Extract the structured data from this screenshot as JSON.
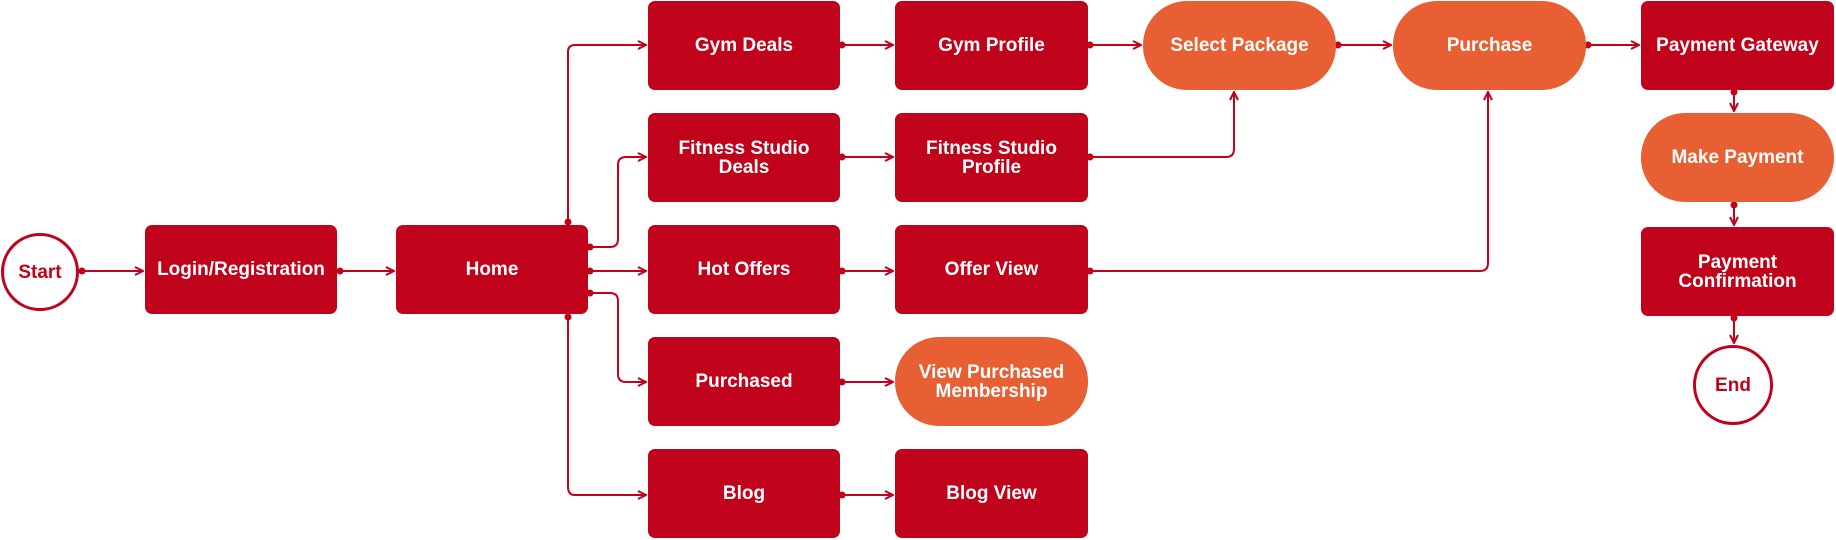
{
  "colors": {
    "process": "#c0021a",
    "action": "#e85f33",
    "connector": "#c0021a",
    "terminal_text": "#c0021a"
  },
  "nodes": {
    "start": "Start",
    "login": "Login/Registration",
    "home": "Home",
    "gym_deals": "Gym Deals",
    "fitness_studio_deals": "Fitness Studio Deals",
    "hot_offers": "Hot Offers",
    "purchased": "Purchased",
    "blog": "Blog",
    "gym_profile": "Gym Profile",
    "fitness_studio_profile": "Fitness Studio Profile",
    "offer_view": "Offer View",
    "view_purchased_membership": "View Purchased Membership",
    "blog_view": "Blog View",
    "select_package": "Select Package",
    "purchase": "Purchase",
    "payment_gateway": "Payment Gateway",
    "make_payment": "Make Payment",
    "payment_confirmation": "Payment Confirmation",
    "end": "End"
  },
  "edges": [
    [
      "start",
      "login"
    ],
    [
      "login",
      "home"
    ],
    [
      "home",
      "gym_deals"
    ],
    [
      "home",
      "fitness_studio_deals"
    ],
    [
      "home",
      "hot_offers"
    ],
    [
      "home",
      "purchased"
    ],
    [
      "home",
      "blog"
    ],
    [
      "gym_deals",
      "gym_profile"
    ],
    [
      "fitness_studio_deals",
      "fitness_studio_profile"
    ],
    [
      "hot_offers",
      "offer_view"
    ],
    [
      "purchased",
      "view_purchased_membership"
    ],
    [
      "blog",
      "blog_view"
    ],
    [
      "gym_profile",
      "select_package"
    ],
    [
      "fitness_studio_profile",
      "select_package"
    ],
    [
      "select_package",
      "purchase"
    ],
    [
      "offer_view",
      "purchase"
    ],
    [
      "purchase",
      "payment_gateway"
    ],
    [
      "payment_gateway",
      "make_payment"
    ],
    [
      "make_payment",
      "payment_confirmation"
    ],
    [
      "payment_confirmation",
      "end"
    ]
  ]
}
